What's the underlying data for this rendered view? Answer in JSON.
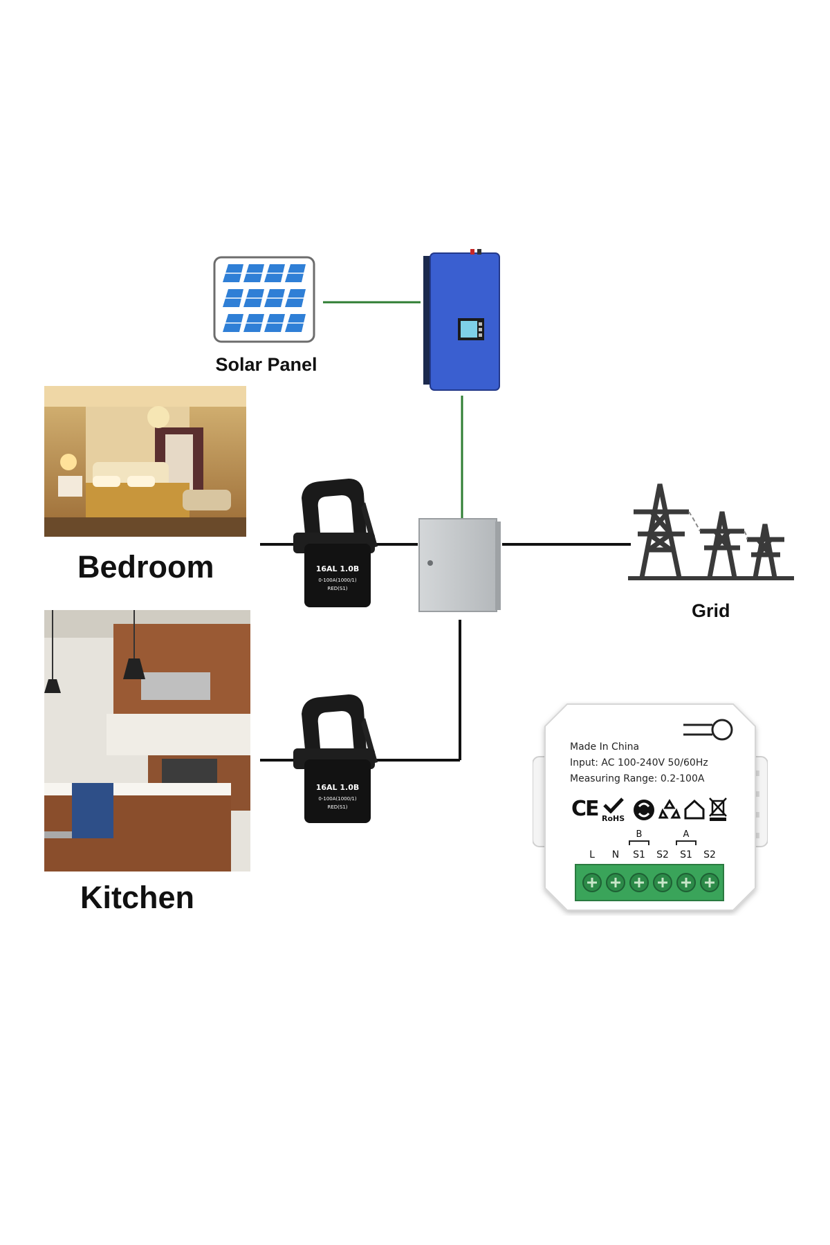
{
  "labels": {
    "solar_panel": "Solar Panel",
    "bedroom": "Bedroom",
    "kitchen": "Kitchen",
    "grid": "Grid"
  },
  "ct_clamp_top": {
    "model": "16AL 1.0B",
    "range": "0-100A(1000/1)",
    "wire": "RED(S1)"
  },
  "ct_clamp_bottom": {
    "model": "16AL 1.0B",
    "range": "0-100A(1000/1)",
    "wire": "RED(S1)"
  },
  "meter": {
    "made_in": "Made In China",
    "input": "Input: AC 100-240V 50/60Hz",
    "range": "Measuring Range: 0.2-100A",
    "cert_ce": "CE",
    "cert_rohs": "RoHS",
    "group_b": "B",
    "group_a": "A",
    "terminals": [
      "L",
      "N",
      "S1",
      "S2",
      "S1",
      "S2"
    ]
  },
  "colors": {
    "green_wire": "#2e7d32",
    "black_wire": "#111111",
    "inverter_blue": "#3a5fd0",
    "terminal_green": "#3aa45a",
    "panel_blue": "#2f7fd6"
  }
}
